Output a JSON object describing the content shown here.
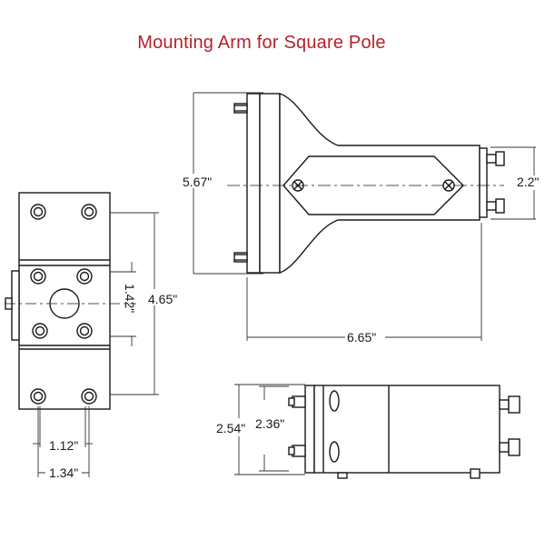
{
  "title": "Mounting Arm for Square Pole",
  "colors": {
    "title": "#b4222a",
    "line": "#1a1a1a",
    "dim_line": "#333333"
  },
  "dimensions": {
    "top_height": "5.67\"",
    "top_end_height": "2.2\"",
    "top_length": "6.65\"",
    "plate_height": "4.65\"",
    "plate_center_gap": "1.42\"",
    "plate_inner_spacing": "1.12\"",
    "plate_outer_spacing": "1.34\"",
    "side_outer_height": "2.54\"",
    "side_inner_height": "2.36\""
  }
}
